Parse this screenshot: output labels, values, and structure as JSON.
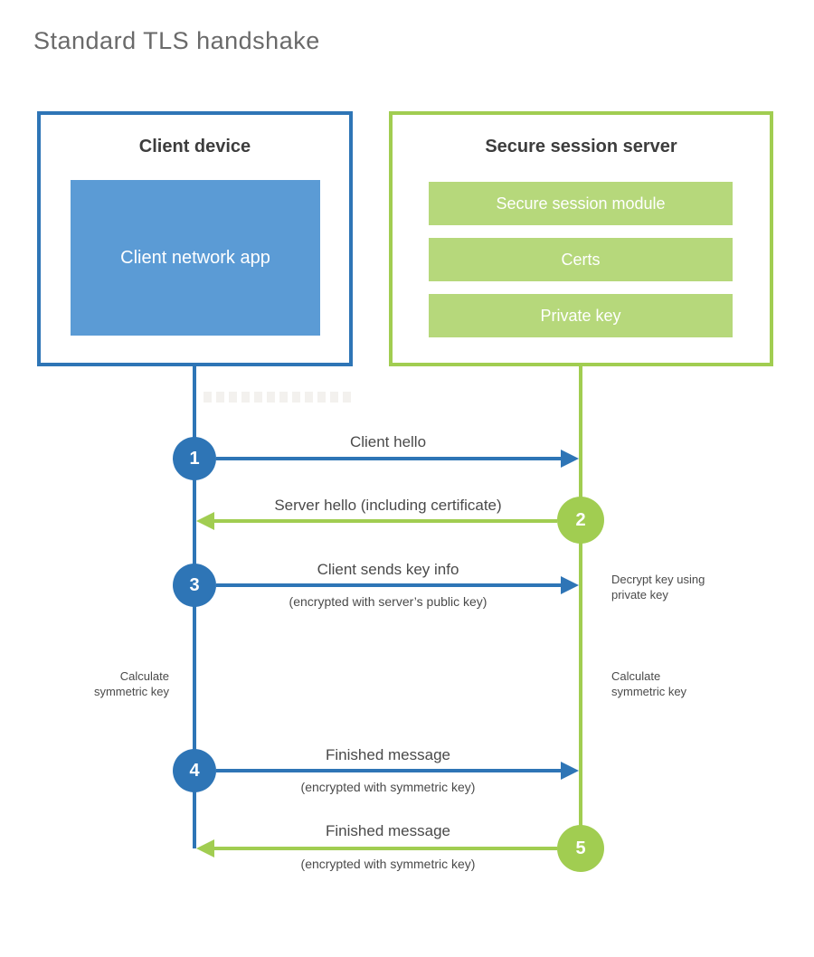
{
  "page_title": "Standard TLS handshake",
  "client_box": {
    "title": "Client device",
    "app_label": "Client network app"
  },
  "server_box": {
    "title": "Secure session server",
    "modules": [
      "Secure session module",
      "Certs",
      "Private key"
    ]
  },
  "steps": [
    {
      "num": "1",
      "label": "Client hello",
      "direction": "client-to-server"
    },
    {
      "num": "2",
      "label": "Server hello (including certificate)",
      "direction": "server-to-client"
    },
    {
      "num": "3",
      "label": "Client sends key info",
      "sublabel": "(encrypted with server’s public key)",
      "direction": "client-to-server"
    },
    {
      "num": "4",
      "label": "Finished message",
      "sublabel": "(encrypted with symmetric key)",
      "direction": "client-to-server"
    },
    {
      "num": "5",
      "label": "Finished message",
      "sublabel": "(encrypted with symmetric key)",
      "direction": "server-to-client"
    }
  ],
  "annotations": {
    "decrypt_line1": "Decrypt key using",
    "decrypt_line2": "private key",
    "calc_line1": "Calculate",
    "calc_line2": "symmetric key"
  },
  "colors": {
    "client_accent": "#2e75b6",
    "client_fill": "#5b9bd5",
    "server_accent": "#a1cd51",
    "server_fill": "#b6d87b",
    "heading_text": "#3d3d3d",
    "label_text": "#4a4a4a",
    "title_text": "#6a6a6a"
  }
}
